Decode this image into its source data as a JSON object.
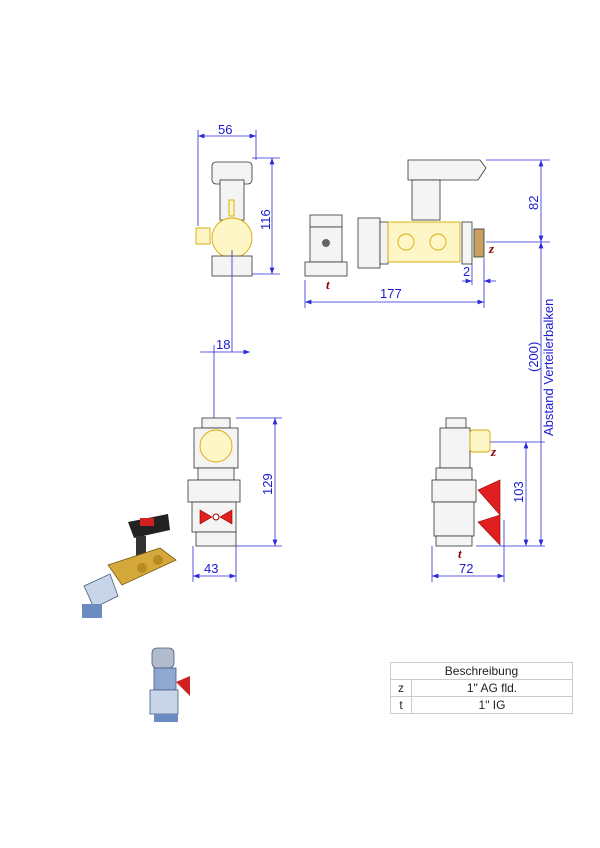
{
  "dimensions": {
    "width_56": "56",
    "height_116": "116",
    "offset_18": "18",
    "height_129": "129",
    "width_43": "43",
    "length_177": "177",
    "gap_2": "2",
    "height_82": "82",
    "distance_200": "(200)",
    "distance_label": "Abstand Verteilerbalken",
    "height_103": "103",
    "width_72": "72"
  },
  "markers": {
    "z": "z",
    "t": "t"
  },
  "table": {
    "header": "Beschreibung",
    "rows": [
      {
        "key": "z",
        "value": "1\" AG fld."
      },
      {
        "key": "t",
        "value": "1\" IG"
      }
    ]
  },
  "colors": {
    "dimension": "#1a1ad0",
    "brass": "#d8a800",
    "marker": "#8b0000",
    "handle": "#e02020"
  }
}
